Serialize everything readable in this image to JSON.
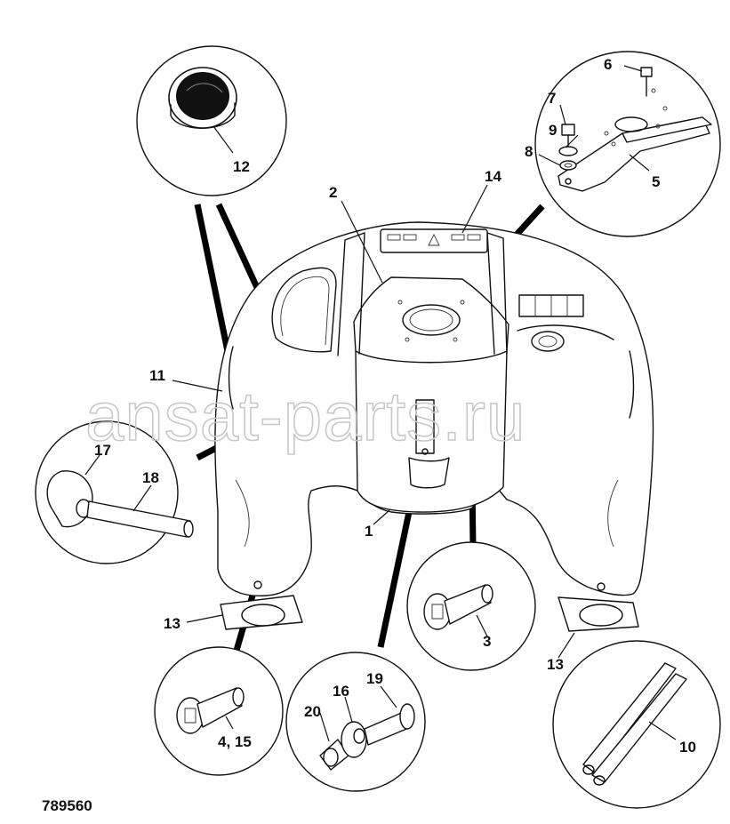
{
  "figure_number": "789560",
  "watermark": "ansat-parts.ru",
  "callouts": [
    {
      "id": "c1",
      "text": "1"
    },
    {
      "id": "c2",
      "text": "2"
    },
    {
      "id": "c3",
      "text": "3"
    },
    {
      "id": "c4",
      "text": "4, 15"
    },
    {
      "id": "c5",
      "text": "5"
    },
    {
      "id": "c6",
      "text": "6"
    },
    {
      "id": "c7",
      "text": "7"
    },
    {
      "id": "c8",
      "text": "8"
    },
    {
      "id": "c9",
      "text": "9"
    },
    {
      "id": "c10",
      "text": "10"
    },
    {
      "id": "c11",
      "text": "11"
    },
    {
      "id": "c12",
      "text": "12"
    },
    {
      "id": "c13a",
      "text": "13"
    },
    {
      "id": "c13b",
      "text": "13"
    },
    {
      "id": "c14",
      "text": "14"
    },
    {
      "id": "c16",
      "text": "16"
    },
    {
      "id": "c17",
      "text": "17"
    },
    {
      "id": "c18",
      "text": "18"
    },
    {
      "id": "c19",
      "text": "19"
    },
    {
      "id": "c20",
      "text": "20"
    }
  ]
}
